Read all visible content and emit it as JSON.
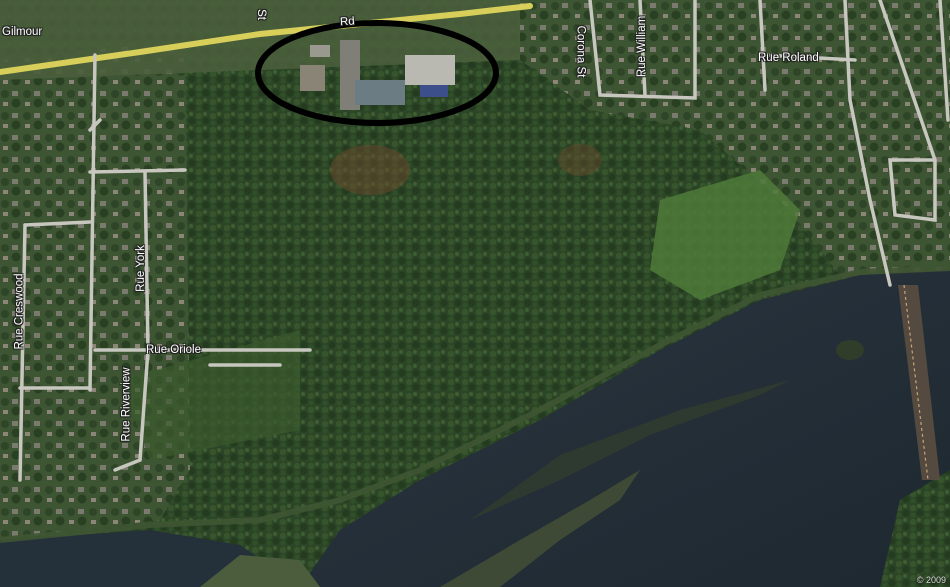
{
  "map": {
    "labels": {
      "gilmour": "Gilmour",
      "rd_top": "Rd",
      "st_top": "St",
      "rue_roland": "Rue Roland",
      "rue_william": "Rue William",
      "corona": "Corona St",
      "rue_york": "Rue York",
      "rue_creswood": "Rue Creswood",
      "rue_oriole": "Rue Oriole",
      "rue_riverview": "Rue Riverview"
    },
    "copyright": "© 2009"
  }
}
